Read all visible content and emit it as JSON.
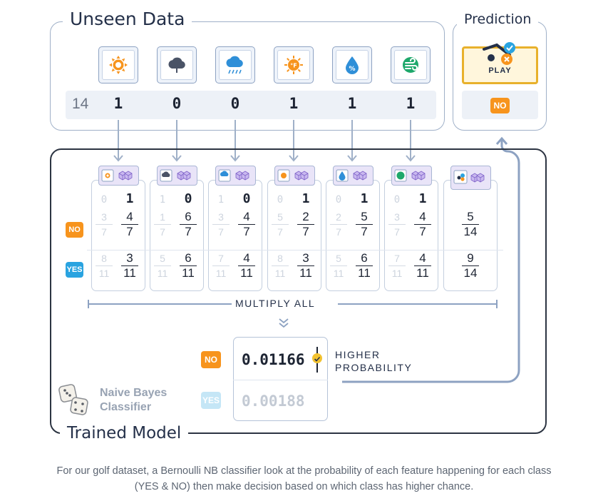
{
  "unseen": {
    "title": "Unseen Data",
    "row_number": "14",
    "features": [
      {
        "icon": "sun-icon",
        "value": "1"
      },
      {
        "icon": "cloud-icon",
        "value": "0"
      },
      {
        "icon": "rain-cloud-icon",
        "value": "0"
      },
      {
        "icon": "temperature-icon",
        "value": "1"
      },
      {
        "icon": "humidity-drop-icon",
        "value": "1"
      },
      {
        "icon": "wind-icon",
        "value": "1"
      }
    ]
  },
  "prediction": {
    "title": "Prediction",
    "label": "PLAY",
    "result": "NO"
  },
  "model": {
    "title": "Trained Model",
    "classifier_name_line1": "Naive Bayes",
    "classifier_name_line2": "Classifier",
    "multiply_label": "MULTIPLY ALL",
    "higher_line1": "HIGHER",
    "higher_line2": "PROBABILITY",
    "class_no": "NO",
    "class_yes": "YES",
    "result_no": "0.01166",
    "result_yes": "0.00188",
    "columns": [
      {
        "icon": "sun-icon",
        "hdr_faded": "0",
        "hdr": "1",
        "no_faded": [
          "3",
          "7"
        ],
        "no": [
          "4",
          "7"
        ],
        "yes_faded": [
          "8",
          "11"
        ],
        "yes": [
          "3",
          "11"
        ]
      },
      {
        "icon": "cloud-icon",
        "hdr_faded": "1",
        "hdr": "0",
        "no_faded": [
          "1",
          "7"
        ],
        "no": [
          "6",
          "7"
        ],
        "yes_faded": [
          "5",
          "11"
        ],
        "yes": [
          "6",
          "11"
        ]
      },
      {
        "icon": "rain-cloud-icon",
        "hdr_faded": "1",
        "hdr": "0",
        "no_faded": [
          "3",
          "7"
        ],
        "no": [
          "4",
          "7"
        ],
        "yes_faded": [
          "7",
          "11"
        ],
        "yes": [
          "4",
          "11"
        ]
      },
      {
        "icon": "temperature-icon",
        "hdr_faded": "0",
        "hdr": "1",
        "no_faded": [
          "5",
          "7"
        ],
        "no": [
          "2",
          "7"
        ],
        "yes_faded": [
          "8",
          "11"
        ],
        "yes": [
          "3",
          "11"
        ]
      },
      {
        "icon": "humidity-drop-icon",
        "hdr_faded": "0",
        "hdr": "1",
        "no_faded": [
          "2",
          "7"
        ],
        "no": [
          "5",
          "7"
        ],
        "yes_faded": [
          "5",
          "11"
        ],
        "yes": [
          "6",
          "11"
        ]
      },
      {
        "icon": "wind-icon",
        "hdr_faded": "0",
        "hdr": "1",
        "no_faded": [
          "3",
          "7"
        ],
        "no": [
          "4",
          "7"
        ],
        "yes_faded": [
          "7",
          "11"
        ],
        "yes": [
          "4",
          "11"
        ]
      }
    ],
    "prior": {
      "icon": "play-icon",
      "no": [
        "5",
        "14"
      ],
      "yes": [
        "9",
        "14"
      ]
    }
  },
  "caption": {
    "line1": "For our golf dataset, a Bernoulli NB classifier look at the probability of each feature happening for each class",
    "line2": "(YES & NO) then make decision based on which class has higher chance."
  },
  "colors": {
    "panel_border": "#9fb0c8",
    "no_orange": "#f7941d",
    "yes_blue": "#29a3e0",
    "play_gold": "#e8b12c"
  }
}
